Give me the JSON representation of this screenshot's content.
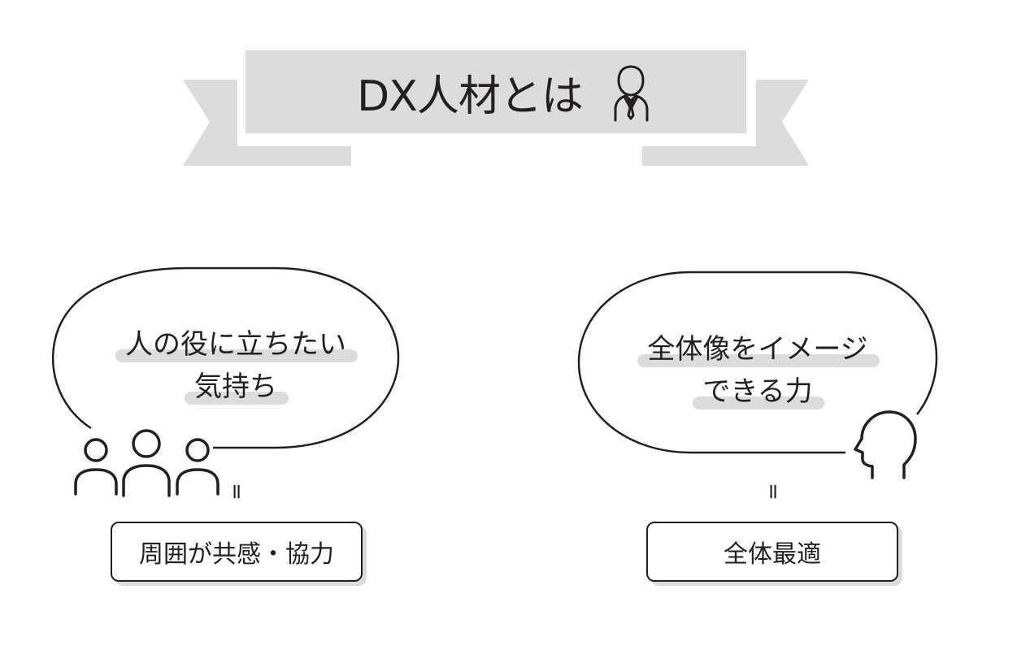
{
  "title": "DX人材とは",
  "left": {
    "bubble_line1": "人の役に立ちたい",
    "bubble_line2": "気持ち",
    "equals": "=",
    "result": "周囲が共感・協力"
  },
  "right": {
    "bubble_line1": "全体像をイメージ",
    "bubble_line2": "できる力",
    "equals": "=",
    "result": "全体最適"
  },
  "colors": {
    "banner": "#dcdcdc",
    "ink": "#231f20",
    "highlight": "#dcdcdc"
  },
  "icons": [
    "person-suit-icon",
    "group-of-people-icon",
    "head-profile-icon"
  ]
}
